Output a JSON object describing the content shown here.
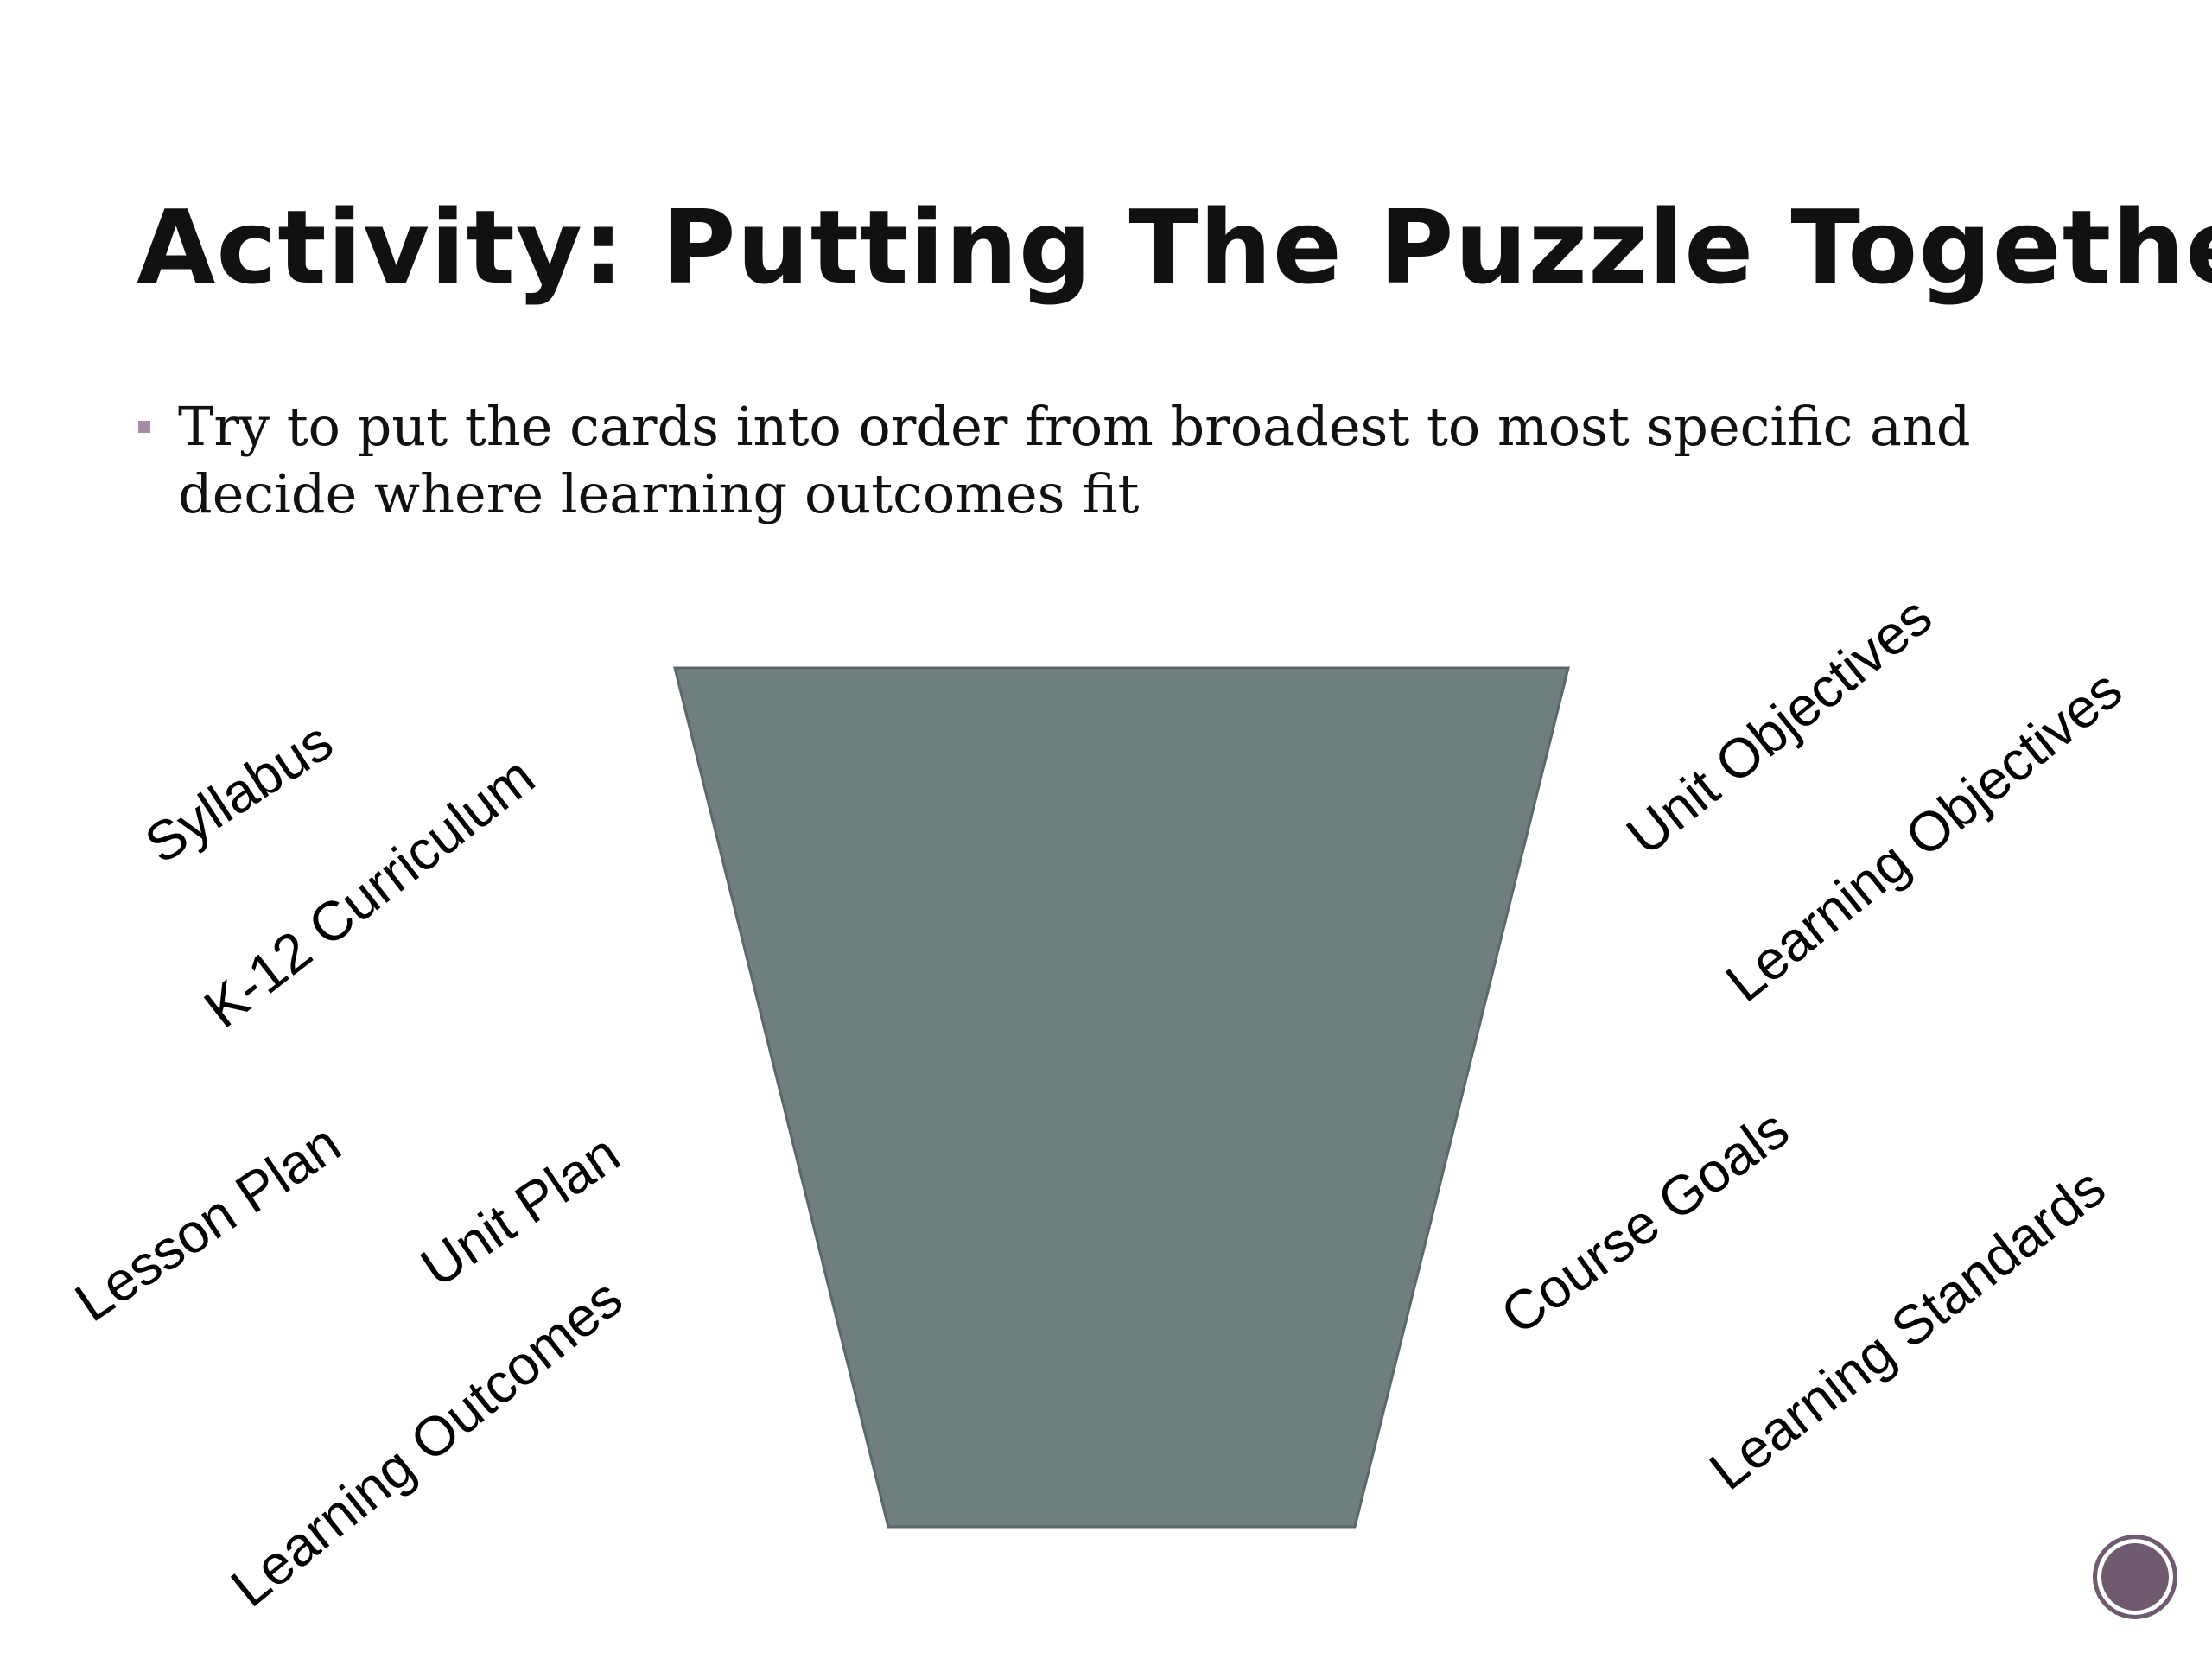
{
  "slide": {
    "title": "Activity: Putting The Puzzle Together",
    "bullet": "Try to put the cards into order from broadest to most specific and decide where learning outcomes fit"
  },
  "cards": {
    "syllabus": "Syllabus",
    "k12_curriculum": "K-12 Curriculum",
    "lesson_plan": "Lesson Plan",
    "unit_plan": "Unit Plan",
    "learning_outcomes": "Learning Outcomes",
    "unit_objectives": "Unit Objectives",
    "learning_objectives": "Learning Objectives",
    "course_goals": "Course Goals",
    "learning_standards": "Learning Standards"
  },
  "colors": {
    "funnel_fill": "#6f7f80",
    "funnel_stroke": "#5a6869",
    "bullet_accent": "#a58fa6",
    "nav_button": "#6f5a70"
  },
  "icons": {
    "nav_button": "circle-icon"
  }
}
